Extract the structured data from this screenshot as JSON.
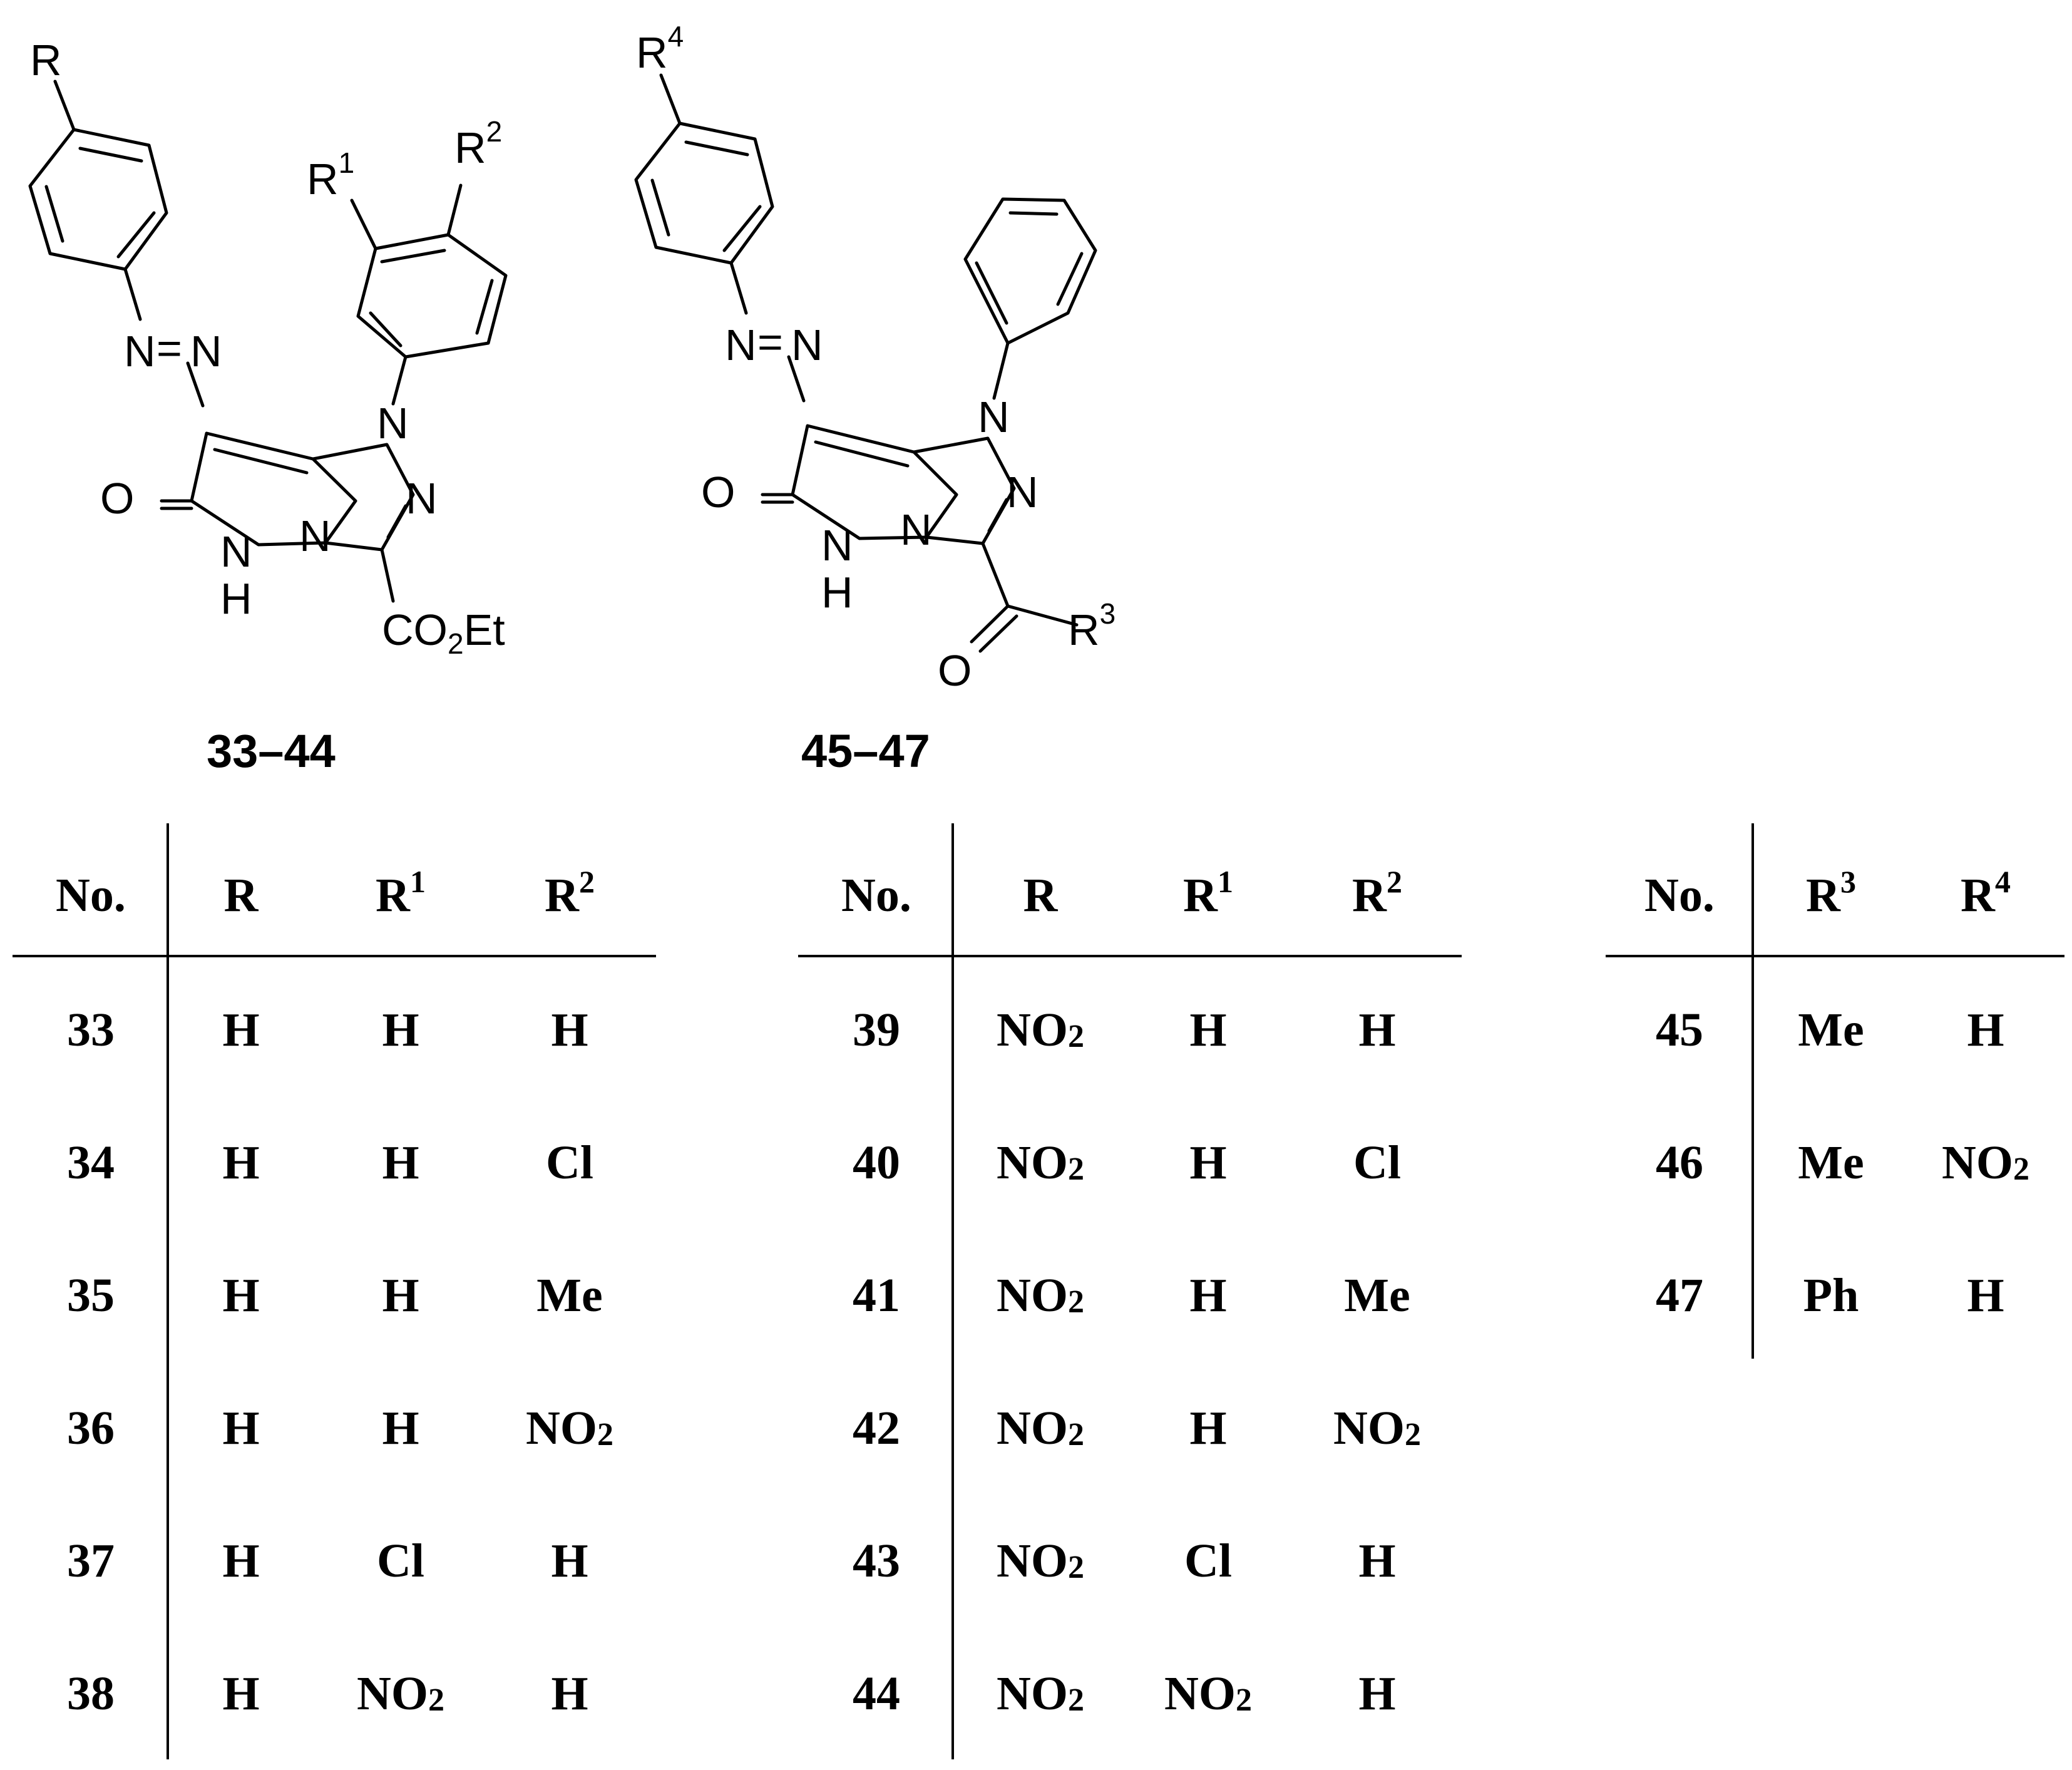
{
  "structures": {
    "left": {
      "compound_range": "33–44",
      "labels": {
        "r": "R",
        "r1_base": "R",
        "r1_sup": "1",
        "r2_base": "R",
        "r2_sup": "2",
        "n_azo1": "N",
        "n_azo_eq": "=",
        "n_azo2": "N",
        "n1": "N",
        "n2": "N",
        "n3": "N",
        "n4": "N",
        "h": "H",
        "o": "O",
        "co2et_a": "CO",
        "co2et_sub": "2",
        "co2et_b": "Et"
      }
    },
    "right": {
      "compound_range": "45–47",
      "labels": {
        "r4_base": "R",
        "r4_sup": "4",
        "r3_base": "R",
        "r3_sup": "3",
        "n_azo1": "N",
        "n_azo_eq": "=",
        "n_azo2": "N",
        "n1": "N",
        "n2": "N",
        "n3": "N",
        "n4": "N",
        "h": "H",
        "o": "O",
        "o_acyl": "O"
      }
    }
  },
  "tables": [
    {
      "headers": [
        {
          "base": "No.",
          "sup": ""
        },
        {
          "base": "R",
          "sup": ""
        },
        {
          "base": "R",
          "sup": "1"
        },
        {
          "base": "R",
          "sup": "2"
        }
      ],
      "rows": [
        [
          {
            "t": "33"
          },
          {
            "t": "H"
          },
          {
            "t": "H"
          },
          {
            "t": "H"
          }
        ],
        [
          {
            "t": "34"
          },
          {
            "t": "H"
          },
          {
            "t": "H"
          },
          {
            "t": "Cl"
          }
        ],
        [
          {
            "t": "35"
          },
          {
            "t": "H"
          },
          {
            "t": "H"
          },
          {
            "t": "Me"
          }
        ],
        [
          {
            "t": "36"
          },
          {
            "t": "H"
          },
          {
            "t": "H"
          },
          {
            "t": "NO",
            "sub": "2"
          }
        ],
        [
          {
            "t": "37"
          },
          {
            "t": "H"
          },
          {
            "t": "Cl"
          },
          {
            "t": "H"
          }
        ],
        [
          {
            "t": "38"
          },
          {
            "t": "H"
          },
          {
            "t": "NO",
            "sub": "2"
          },
          {
            "t": "H"
          }
        ]
      ]
    },
    {
      "headers": [
        {
          "base": "No.",
          "sup": ""
        },
        {
          "base": "R",
          "sup": ""
        },
        {
          "base": "R",
          "sup": "1"
        },
        {
          "base": "R",
          "sup": "2"
        }
      ],
      "rows": [
        [
          {
            "t": "39"
          },
          {
            "t": "NO",
            "sub": "2"
          },
          {
            "t": "H"
          },
          {
            "t": "H"
          }
        ],
        [
          {
            "t": "40"
          },
          {
            "t": "NO",
            "sub": "2"
          },
          {
            "t": "H"
          },
          {
            "t": "Cl"
          }
        ],
        [
          {
            "t": "41"
          },
          {
            "t": "NO",
            "sub": "2"
          },
          {
            "t": "H"
          },
          {
            "t": "Me"
          }
        ],
        [
          {
            "t": "42"
          },
          {
            "t": "NO",
            "sub": "2"
          },
          {
            "t": "H"
          },
          {
            "t": "NO",
            "sub": "2"
          }
        ],
        [
          {
            "t": "43"
          },
          {
            "t": "NO",
            "sub": "2"
          },
          {
            "t": "Cl"
          },
          {
            "t": "H"
          }
        ],
        [
          {
            "t": "44"
          },
          {
            "t": "NO",
            "sub": "2"
          },
          {
            "t": "NO",
            "sub": "2"
          },
          {
            "t": "H"
          }
        ]
      ]
    },
    {
      "headers": [
        {
          "base": "No.",
          "sup": ""
        },
        {
          "base": "R",
          "sup": "3"
        },
        {
          "base": "R",
          "sup": "4"
        }
      ],
      "rows": [
        [
          {
            "t": "45"
          },
          {
            "t": "Me"
          },
          {
            "t": "H"
          }
        ],
        [
          {
            "t": "46"
          },
          {
            "t": "Me"
          },
          {
            "t": "NO",
            "sub": "2"
          }
        ],
        [
          {
            "t": "47"
          },
          {
            "t": "Ph"
          },
          {
            "t": "H"
          }
        ]
      ]
    }
  ]
}
